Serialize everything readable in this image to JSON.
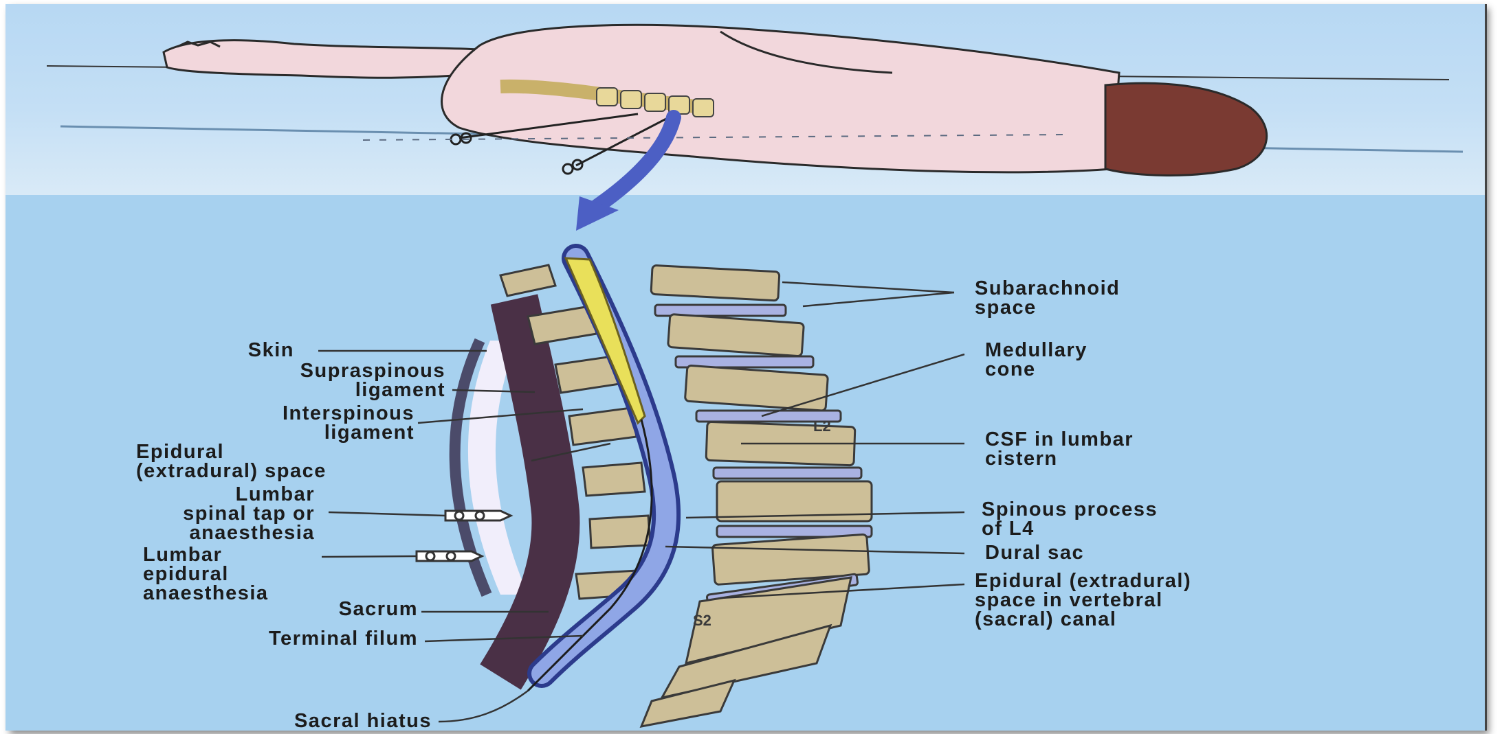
{
  "labels": {
    "skin": "Skin",
    "supraspinous": "Supraspinous\nligament",
    "interspinous": "Interspinous\nligament",
    "epidural": "Epidural\n(extradural) space",
    "lumbar_tap": "Lumbar\nspinal tap or\nanaesthesia",
    "lumbar_epidural": "Lumbar\nepidural\nanaesthesia",
    "sacrum": "Sacrum",
    "terminal_filum": "Terminal filum",
    "sacral_hiatus": "Sacral hiatus",
    "subarachnoid": "Subarachnoid\nspace",
    "medullary_cone": "Medullary\ncone",
    "csf": "CSF in lumbar\ncistern",
    "spinous_process": "Spinous process\nof L4",
    "dural_sac": "Dural sac",
    "epidural_sacral": "Epidural (extradural)\nspace in vertebral\n(sacral) canal"
  },
  "vertebra_labels": {
    "l2": "L2",
    "s2": "S2"
  },
  "colors": {
    "background": "#a7d1ef",
    "vertebra": "#cdbf98",
    "disc": "#a9b2e2",
    "spinal_cord": "#e9e05a",
    "dura": "#2c3b8c",
    "ligament": "#4a3046",
    "skin_flesh": "#f2d7dc",
    "hair": "#7a3a32",
    "arrow": "#4c5fc4"
  }
}
